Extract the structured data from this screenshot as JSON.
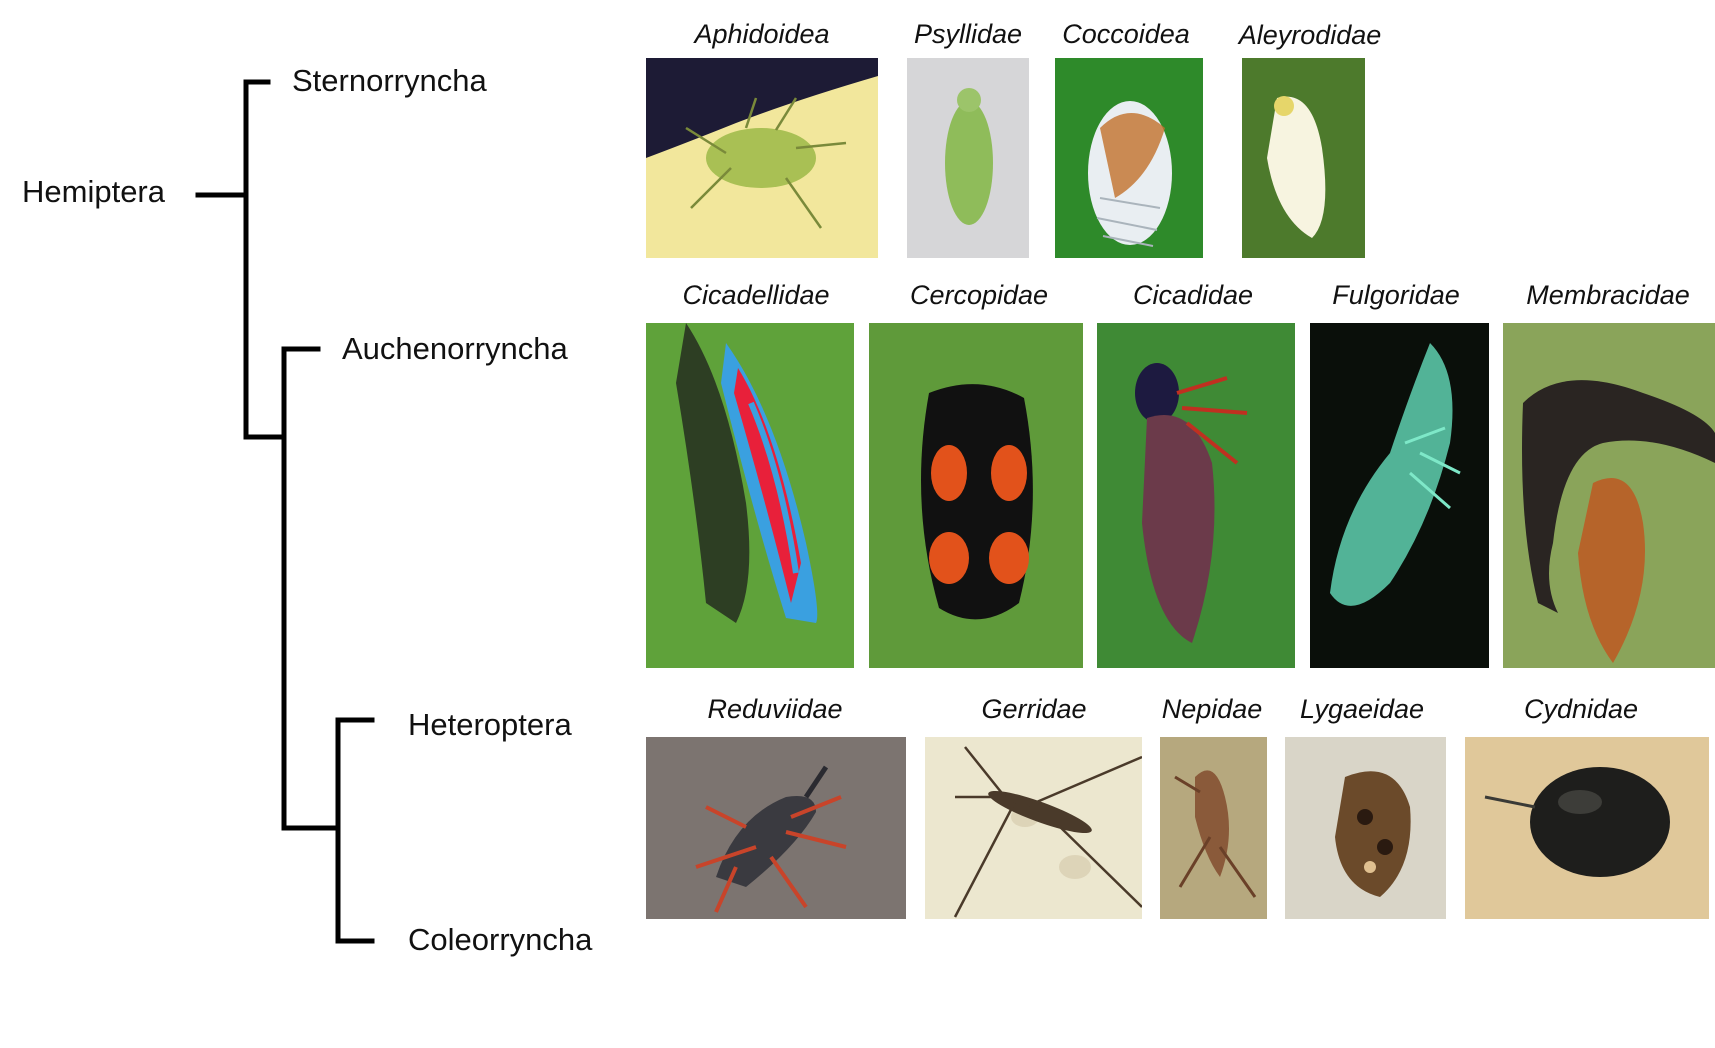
{
  "tree": {
    "root": "Hemiptera",
    "clades": {
      "sternorrhyncha": "Sternorryncha",
      "auchenorrhyncha": "Auchenorryncha",
      "heteroptera": "Heteroptera",
      "coleorrhyncha": "Coleorryncha"
    },
    "line_color": "#000000"
  },
  "rows": {
    "sternorrhyncha": [
      {
        "name": "Aphidoidea",
        "icon": "aphid-photo",
        "colors": [
          "#f2e79c",
          "#1d1b35",
          "#a9c054"
        ]
      },
      {
        "name": "Psyllidae",
        "icon": "psyllid-photo",
        "colors": [
          "#d6d6d8",
          "#8fbc5a"
        ]
      },
      {
        "name": "Coccoidea",
        "icon": "scale-insect-photo",
        "colors": [
          "#2e8a2a",
          "#e9eef2",
          "#c2702b"
        ]
      },
      {
        "name": "Aleyrodidae",
        "icon": "whitefly-photo",
        "colors": [
          "#4d7a2c",
          "#f7f4e0"
        ]
      }
    ],
    "auchenorrhyncha": [
      {
        "name": "Cicadellidae",
        "icon": "leafhopper-photo",
        "colors": [
          "#5fa23a",
          "#e8203a",
          "#3aa0e0"
        ]
      },
      {
        "name": "Cercopidae",
        "icon": "froghopper-photo",
        "colors": [
          "#5f9a3a",
          "#111111",
          "#e2521b"
        ]
      },
      {
        "name": "Cicadidae",
        "icon": "cicada-photo",
        "colors": [
          "#3f8a35",
          "#6b3a4a",
          "#1d1a40"
        ]
      },
      {
        "name": "Fulgoridae",
        "icon": "lanternfly-photo",
        "colors": [
          "#0a0f0a",
          "#5fd0b0"
        ]
      },
      {
        "name": "Membracidae",
        "icon": "treehopper-photo",
        "colors": [
          "#8aa45a",
          "#2a2522",
          "#b6642a"
        ]
      }
    ],
    "heteroptera": [
      {
        "name": "Reduviidae",
        "icon": "assassin-bug-photo",
        "colors": [
          "#7c7470",
          "#3a3a40",
          "#c8442a"
        ]
      },
      {
        "name": "Gerridae",
        "icon": "water-strider-photo",
        "colors": [
          "#ece7cf",
          "#4a3a2a"
        ]
      },
      {
        "name": "Nepidae",
        "icon": "water-scorpion-photo",
        "colors": [
          "#b6a87e",
          "#8a5a3a"
        ]
      },
      {
        "name": "Lygaeidae",
        "icon": "seed-bug-photo",
        "colors": [
          "#d9d5c8",
          "#6b4a2a"
        ]
      },
      {
        "name": "Cydnidae",
        "icon": "burrower-bug-photo",
        "colors": [
          "#e0c89a",
          "#1e1e1c"
        ]
      }
    ]
  }
}
